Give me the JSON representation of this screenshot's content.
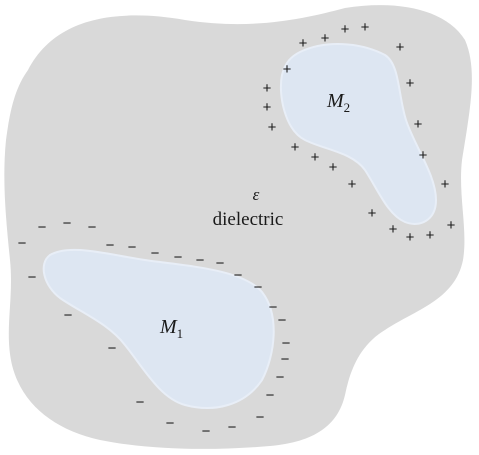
{
  "labels": {
    "epsilon": "ε",
    "dielectric": "dielectric",
    "m1_base": "M",
    "m1_sub": "1",
    "m2_base": "M",
    "m2_sub": "2"
  },
  "charge_symbols": {
    "positive": "+",
    "negative": "−"
  },
  "colors": {
    "dielectric_fill": "#d9d9d9",
    "conductor_fill": "#dde6f2",
    "conductor_edge": "#e8eef7",
    "text": "#1a1a1a"
  }
}
